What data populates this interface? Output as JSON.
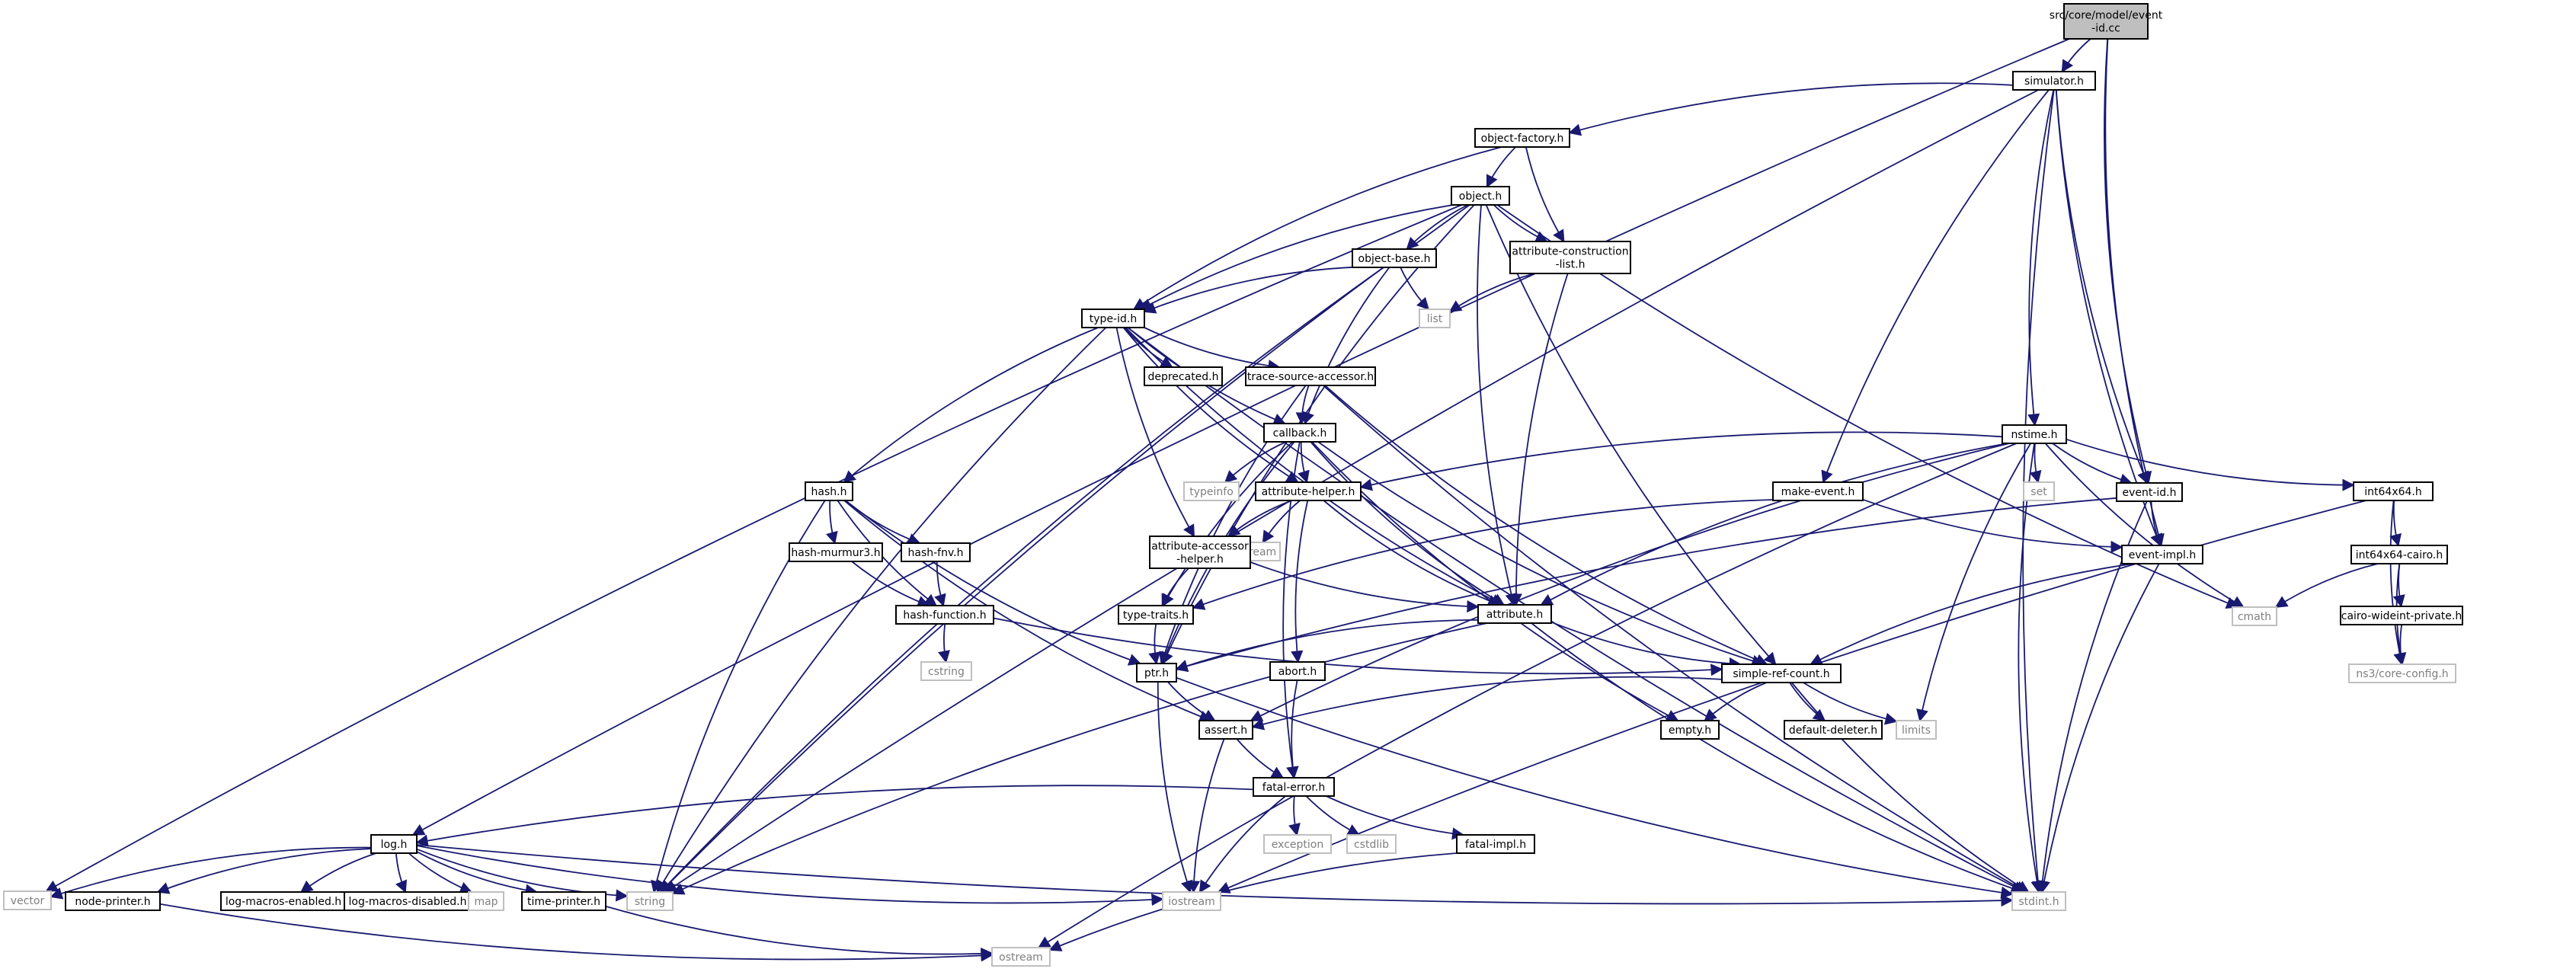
{
  "root": {
    "id": "root",
    "lines": [
      "src/core/model/event",
      "-id.cc"
    ]
  },
  "nodes": [
    {
      "id": "simulator",
      "lines": [
        "simulator.h"
      ],
      "kind": "hdr"
    },
    {
      "id": "objfactory",
      "lines": [
        "object-factory.h"
      ],
      "kind": "hdr"
    },
    {
      "id": "object",
      "lines": [
        "object.h"
      ],
      "kind": "hdr"
    },
    {
      "id": "objbase",
      "lines": [
        "object-base.h"
      ],
      "kind": "hdr"
    },
    {
      "id": "attrcons",
      "lines": [
        "attribute-construction",
        "-list.h"
      ],
      "kind": "hdr"
    },
    {
      "id": "list",
      "lines": [
        "list"
      ],
      "kind": "sys"
    },
    {
      "id": "typeid",
      "lines": [
        "type-id.h"
      ],
      "kind": "hdr"
    },
    {
      "id": "deprecated",
      "lines": [
        "deprecated.h"
      ],
      "kind": "hdr"
    },
    {
      "id": "tracesrc",
      "lines": [
        "trace-source-accessor.h"
      ],
      "kind": "hdr"
    },
    {
      "id": "callback",
      "lines": [
        "callback.h"
      ],
      "kind": "hdr"
    },
    {
      "id": "typeinfo",
      "lines": [
        "typeinfo"
      ],
      "kind": "sys"
    },
    {
      "id": "attrhelper",
      "lines": [
        "attribute-helper.h"
      ],
      "kind": "hdr"
    },
    {
      "id": "sstream",
      "lines": [
        "sstream"
      ],
      "kind": "sys"
    },
    {
      "id": "hash",
      "lines": [
        "hash.h"
      ],
      "kind": "hdr"
    },
    {
      "id": "murmur",
      "lines": [
        "hash-murmur3.h"
      ],
      "kind": "hdr"
    },
    {
      "id": "fnv",
      "lines": [
        "hash-fnv.h"
      ],
      "kind": "hdr"
    },
    {
      "id": "hashfn",
      "lines": [
        "hash-function.h"
      ],
      "kind": "hdr"
    },
    {
      "id": "cstring",
      "lines": [
        "cstring"
      ],
      "kind": "sys"
    },
    {
      "id": "attracc",
      "lines": [
        "attribute-accessor",
        "-helper.h"
      ],
      "kind": "hdr"
    },
    {
      "id": "typetraits",
      "lines": [
        "type-traits.h"
      ],
      "kind": "hdr"
    },
    {
      "id": "ptr",
      "lines": [
        "ptr.h"
      ],
      "kind": "hdr"
    },
    {
      "id": "abort",
      "lines": [
        "abort.h"
      ],
      "kind": "hdr"
    },
    {
      "id": "attribute",
      "lines": [
        "attribute.h"
      ],
      "kind": "hdr"
    },
    {
      "id": "makeevent",
      "lines": [
        "make-event.h"
      ],
      "kind": "hdr"
    },
    {
      "id": "nstime",
      "lines": [
        "nstime.h"
      ],
      "kind": "hdr"
    },
    {
      "id": "set",
      "lines": [
        "set"
      ],
      "kind": "sys"
    },
    {
      "id": "eventid",
      "lines": [
        "event-id.h"
      ],
      "kind": "hdr"
    },
    {
      "id": "eventimpl",
      "lines": [
        "event-impl.h"
      ],
      "kind": "hdr"
    },
    {
      "id": "int64",
      "lines": [
        "int64x64.h"
      ],
      "kind": "hdr"
    },
    {
      "id": "int64cairo",
      "lines": [
        "int64x64-cairo.h"
      ],
      "kind": "hdr"
    },
    {
      "id": "cmath",
      "lines": [
        "cmath"
      ],
      "kind": "sys"
    },
    {
      "id": "cairowide",
      "lines": [
        "cairo-wideint-private.h"
      ],
      "kind": "hdr"
    },
    {
      "id": "coreconfig",
      "lines": [
        "ns3/core-config.h"
      ],
      "kind": "sys"
    },
    {
      "id": "simpleref",
      "lines": [
        "simple-ref-count.h"
      ],
      "kind": "hdr"
    },
    {
      "id": "empty",
      "lines": [
        "empty.h"
      ],
      "kind": "hdr"
    },
    {
      "id": "defdeleter",
      "lines": [
        "default-deleter.h"
      ],
      "kind": "hdr"
    },
    {
      "id": "limits",
      "lines": [
        "limits"
      ],
      "kind": "sys"
    },
    {
      "id": "assert",
      "lines": [
        "assert.h"
      ],
      "kind": "hdr"
    },
    {
      "id": "fatalerror",
      "lines": [
        "fatal-error.h"
      ],
      "kind": "hdr"
    },
    {
      "id": "exception",
      "lines": [
        "exception"
      ],
      "kind": "sys"
    },
    {
      "id": "cstdlib",
      "lines": [
        "cstdlib"
      ],
      "kind": "sys"
    },
    {
      "id": "fatalimpl",
      "lines": [
        "fatal-impl.h"
      ],
      "kind": "hdr"
    },
    {
      "id": "log",
      "lines": [
        "log.h"
      ],
      "kind": "hdr"
    },
    {
      "id": "vector",
      "lines": [
        "vector"
      ],
      "kind": "sys"
    },
    {
      "id": "nodeprinter",
      "lines": [
        "node-printer.h"
      ],
      "kind": "hdr"
    },
    {
      "id": "logen",
      "lines": [
        "log-macros-enabled.h"
      ],
      "kind": "hdr"
    },
    {
      "id": "logdis",
      "lines": [
        "log-macros-disabled.h"
      ],
      "kind": "hdr"
    },
    {
      "id": "map",
      "lines": [
        "map"
      ],
      "kind": "sys"
    },
    {
      "id": "timeprinter",
      "lines": [
        "time-printer.h"
      ],
      "kind": "hdr"
    },
    {
      "id": "string",
      "lines": [
        "string"
      ],
      "kind": "sys"
    },
    {
      "id": "iostream",
      "lines": [
        "iostream"
      ],
      "kind": "sys"
    },
    {
      "id": "stdint",
      "lines": [
        "stdint.h"
      ],
      "kind": "sys"
    },
    {
      "id": "ostream",
      "lines": [
        "ostream"
      ],
      "kind": "sys"
    }
  ],
  "edges": [
    [
      "root",
      "simulator"
    ],
    [
      "root",
      "log"
    ],
    [
      "root",
      "eventid"
    ],
    [
      "root",
      "eventimpl"
    ],
    [
      "simulator",
      "objfactory"
    ],
    [
      "simulator",
      "string"
    ],
    [
      "simulator",
      "makeevent"
    ],
    [
      "simulator",
      "nstime"
    ],
    [
      "simulator",
      "eventid"
    ],
    [
      "simulator",
      "eventimpl"
    ],
    [
      "simulator",
      "stdint"
    ],
    [
      "objfactory",
      "object"
    ],
    [
      "objfactory",
      "attrcons"
    ],
    [
      "objfactory",
      "typeid"
    ],
    [
      "object",
      "objbase"
    ],
    [
      "object",
      "attrcons"
    ],
    [
      "object",
      "typeid"
    ],
    [
      "object",
      "ptr"
    ],
    [
      "object",
      "attribute"
    ],
    [
      "object",
      "simpleref"
    ],
    [
      "object",
      "vector"
    ],
    [
      "object",
      "string"
    ],
    [
      "object",
      "cmath"
    ],
    [
      "objbase",
      "typeid"
    ],
    [
      "objbase",
      "callback"
    ],
    [
      "objbase",
      "list"
    ],
    [
      "objbase",
      "string"
    ],
    [
      "attrcons",
      "list"
    ],
    [
      "attrcons",
      "attribute"
    ],
    [
      "typeid",
      "deprecated"
    ],
    [
      "typeid",
      "tracesrc"
    ],
    [
      "typeid",
      "callback"
    ],
    [
      "typeid",
      "attrhelper"
    ],
    [
      "typeid",
      "attracc"
    ],
    [
      "typeid",
      "hash"
    ],
    [
      "typeid",
      "attribute"
    ],
    [
      "typeid",
      "string"
    ],
    [
      "typeid",
      "stdint"
    ],
    [
      "tracesrc",
      "callback"
    ],
    [
      "tracesrc",
      "ptr"
    ],
    [
      "tracesrc",
      "simpleref"
    ],
    [
      "tracesrc",
      "stdint"
    ],
    [
      "callback",
      "typeinfo"
    ],
    [
      "callback",
      "attrhelper"
    ],
    [
      "callback",
      "ptr"
    ],
    [
      "callback",
      "attribute"
    ],
    [
      "callback",
      "simpleref"
    ],
    [
      "callback",
      "fatalerror"
    ],
    [
      "callback",
      "typetraits"
    ],
    [
      "callback",
      "empty"
    ],
    [
      "attrhelper",
      "attribute"
    ],
    [
      "attrhelper",
      "attracc"
    ],
    [
      "attrhelper",
      "sstream"
    ],
    [
      "attrhelper",
      "abort"
    ],
    [
      "hash",
      "murmur"
    ],
    [
      "hash",
      "fnv"
    ],
    [
      "hash",
      "hashfn"
    ],
    [
      "hash",
      "ptr"
    ],
    [
      "hash",
      "assert"
    ],
    [
      "hash",
      "string"
    ],
    [
      "murmur",
      "hashfn"
    ],
    [
      "fnv",
      "hashfn"
    ],
    [
      "hashfn",
      "cstring"
    ],
    [
      "hashfn",
      "simpleref"
    ],
    [
      "attracc",
      "attribute"
    ],
    [
      "attracc",
      "typetraits"
    ],
    [
      "typetraits",
      "ptr"
    ],
    [
      "ptr",
      "assert"
    ],
    [
      "ptr",
      "iostream"
    ],
    [
      "ptr",
      "stdint"
    ],
    [
      "abort",
      "fatalerror"
    ],
    [
      "attribute",
      "ptr"
    ],
    [
      "attribute",
      "simpleref"
    ],
    [
      "attribute",
      "string"
    ],
    [
      "attribute",
      "stdint"
    ],
    [
      "makeevent",
      "typetraits"
    ],
    [
      "makeevent",
      "eventimpl"
    ],
    [
      "nstime",
      "attrhelper"
    ],
    [
      "nstime",
      "attribute"
    ],
    [
      "nstime",
      "assert"
    ],
    [
      "nstime",
      "set"
    ],
    [
      "nstime",
      "eventid"
    ],
    [
      "nstime",
      "int64"
    ],
    [
      "nstime",
      "stdint"
    ],
    [
      "nstime",
      "limits"
    ],
    [
      "nstime",
      "cmath"
    ],
    [
      "nstime",
      "ostream"
    ],
    [
      "eventid",
      "eventimpl"
    ],
    [
      "eventid",
      "ptr"
    ],
    [
      "eventid",
      "stdint"
    ],
    [
      "eventimpl",
      "simpleref"
    ],
    [
      "eventimpl",
      "stdint"
    ],
    [
      "int64",
      "int64cairo"
    ],
    [
      "int64",
      "coreconfig"
    ],
    [
      "int64",
      "iostream"
    ],
    [
      "int64cairo",
      "cairowide"
    ],
    [
      "int64cairo",
      "cmath"
    ],
    [
      "int64cairo",
      "coreconfig"
    ],
    [
      "cairowide",
      "coreconfig"
    ],
    [
      "simpleref",
      "assert"
    ],
    [
      "simpleref",
      "empty"
    ],
    [
      "simpleref",
      "defdeleter"
    ],
    [
      "simpleref",
      "limits"
    ],
    [
      "simpleref",
      "stdint"
    ],
    [
      "assert",
      "fatalerror"
    ],
    [
      "assert",
      "iostream"
    ],
    [
      "fatalerror",
      "log"
    ],
    [
      "fatalerror",
      "exception"
    ],
    [
      "fatalerror",
      "cstdlib"
    ],
    [
      "fatalerror",
      "fatalimpl"
    ],
    [
      "fatalerror",
      "iostream"
    ],
    [
      "fatalimpl",
      "ostream"
    ],
    [
      "log",
      "vector"
    ],
    [
      "log",
      "nodeprinter"
    ],
    [
      "log",
      "logen"
    ],
    [
      "log",
      "logdis"
    ],
    [
      "log",
      "map"
    ],
    [
      "log",
      "timeprinter"
    ],
    [
      "log",
      "string"
    ],
    [
      "log",
      "iostream"
    ],
    [
      "log",
      "stdint"
    ],
    [
      "nodeprinter",
      "ostream"
    ],
    [
      "timeprinter",
      "ostream"
    ]
  ]
}
